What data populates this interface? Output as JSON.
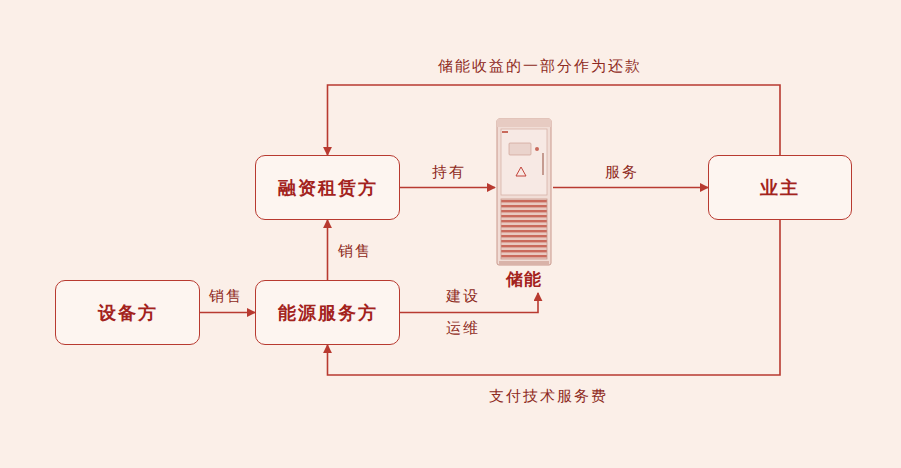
{
  "diagram": {
    "nodes": [
      {
        "text": [
          "融资租赁方"
        ]
      },
      {
        "text": [
          "储能"
        ]
      },
      {
        "text": [
          "业主"
        ]
      },
      {
        "text": [
          "设备方"
        ]
      },
      {
        "text": [
          "能源服务方"
        ]
      }
    ],
    "edges": [
      {
        "from": 2,
        "to": 0,
        "label": "储能收益的一部分作为还款",
        "arrow": "to"
      },
      {
        "from": 0,
        "to": 1,
        "label": "持有",
        "arrow": "to"
      },
      {
        "from": 1,
        "to": 2,
        "label": "服务",
        "arrow": "to"
      },
      {
        "from": 3,
        "to": 4,
        "label": "销售",
        "arrow": "to"
      },
      {
        "from": 4,
        "to": 0,
        "label": "销售",
        "arrow": "to"
      },
      {
        "from": 4,
        "to": 1,
        "label": "建设",
        "arrow": "to"
      },
      {
        "from": 2,
        "to": 4,
        "label": "支付技术服务费",
        "arrow": "to"
      }
    ],
    "labels": [
      "运维"
    ]
  }
}
